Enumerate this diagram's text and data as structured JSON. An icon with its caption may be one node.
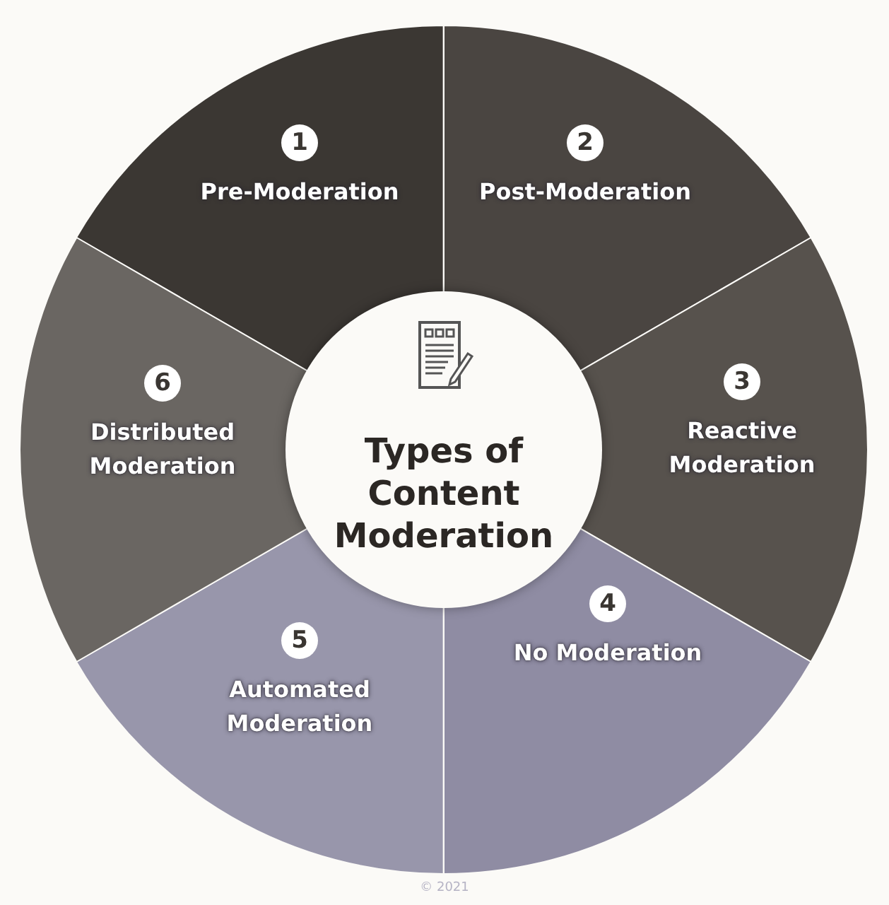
{
  "diagram": {
    "nodes": [
      {
        "text": [
          "Types of Content Moderation"
        ]
      },
      {
        "text": [
          "1",
          "Pre-Moderation"
        ]
      },
      {
        "text": [
          "2",
          "Post-Moderation"
        ]
      },
      {
        "text": [
          "3",
          "Reactive Moderation"
        ]
      },
      {
        "text": [
          "4",
          "No Moderation"
        ]
      },
      {
        "text": [
          "5",
          "Automated Moderation"
        ]
      },
      {
        "text": [
          "6",
          "Distributed Moderation"
        ]
      }
    ],
    "labels": [
      "© 2021"
    ]
  }
}
